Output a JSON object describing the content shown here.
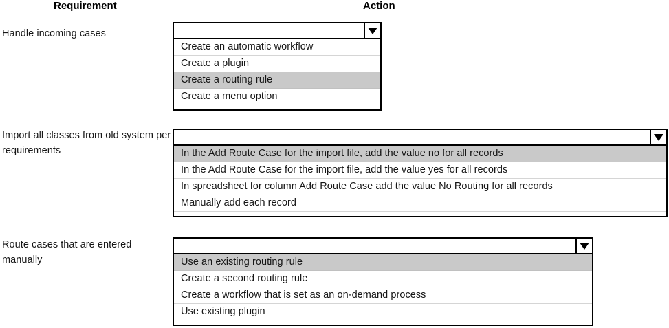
{
  "headers": {
    "requirement": "Requirement",
    "action": "Action"
  },
  "rows": [
    {
      "requirement": "Handle incoming cases",
      "dropdown": {
        "name": "action-dropdown-handle-incoming-cases",
        "selected_value": "",
        "placeholder": "",
        "arrow_icon": "chevron-down-icon",
        "options": [
          {
            "label": "Create an automatic workflow",
            "selected": false
          },
          {
            "label": "Create a plugin",
            "selected": false
          },
          {
            "label": "Create a routing rule",
            "selected": true
          },
          {
            "label": "Create a menu option",
            "selected": false
          }
        ]
      }
    },
    {
      "requirement": "Import all classes from old system per requirements",
      "dropdown": {
        "name": "action-dropdown-import-all-classes",
        "selected_value": "",
        "placeholder": "",
        "arrow_icon": "chevron-down-icon",
        "options": [
          {
            "label": "In the Add Route Case for the import file, add the value no for all records",
            "selected": true
          },
          {
            "label": "In the Add Route Case for the import file, add the value yes for all records",
            "selected": false
          },
          {
            "label": "In spreadsheet for column Add Route Case add the value No Routing for all records",
            "selected": false
          },
          {
            "label": "Manually add each record",
            "selected": false
          }
        ]
      }
    },
    {
      "requirement": "Route cases that are entered manually",
      "dropdown": {
        "name": "action-dropdown-route-cases-manually",
        "selected_value": "",
        "placeholder": "",
        "arrow_icon": "chevron-down-icon",
        "options": [
          {
            "label": "Use an existing routing rule",
            "selected": true
          },
          {
            "label": "Create a second routing rule",
            "selected": false
          },
          {
            "label": "Create a workflow that is set as an on-demand process",
            "selected": false
          },
          {
            "label": "Use existing plugin",
            "selected": false
          }
        ]
      }
    }
  ],
  "colors": {
    "selected_highlight": "#c9c9c9",
    "border": "#000000",
    "row_separator": "#d5d5d5",
    "text": "#161616",
    "background": "#ffffff"
  }
}
